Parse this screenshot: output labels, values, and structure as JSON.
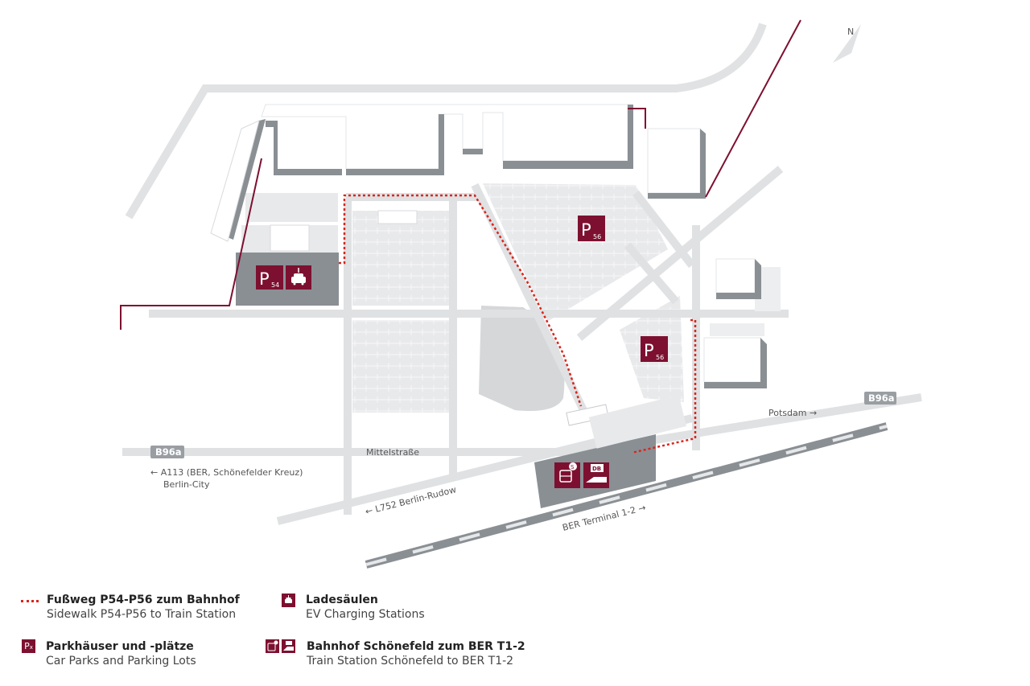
{
  "map": {
    "compass_label": "N",
    "road_shields": {
      "b96a_west": "B96a",
      "b96a_east": "B96a"
    },
    "street_labels": {
      "mittelstrasse": "Mittelstraße",
      "a113_line1": "← A113 (BER, Schönefelder Kreuz)",
      "a113_line2": "Berlin-City",
      "potsdam": "Potsdam →",
      "l752": "← L752 Berlin-Rudow",
      "ber_terminal": "BER Terminal 1-2 →"
    },
    "badges": {
      "p54": {
        "letter": "P",
        "number": "54"
      },
      "p56_north": {
        "letter": "P",
        "number": "56"
      },
      "p56_south": {
        "letter": "P",
        "number": "56"
      },
      "db_label": "DB",
      "sbahn_label": "S"
    },
    "colors": {
      "brand": "#7d1030",
      "walkway": "#d9261c",
      "road": "#dfe1e3",
      "building_top": "#ffffff",
      "building_side": "#8a8f94",
      "parking": "#e8e9eb"
    },
    "icons": [
      "compass-north-icon",
      "parking-icon",
      "ev-charging-icon",
      "sbahn-icon",
      "db-train-icon"
    ]
  },
  "legend": {
    "walkway": {
      "title": "Fußweg P54-P56 zum Bahnhof",
      "subtitle": "Sidewalk P54-P56 to Train Station"
    },
    "ev": {
      "title": "Ladesäulen",
      "subtitle": "EV Charging Stations"
    },
    "parking": {
      "title": "Parkhäuser und -plätze",
      "subtitle": "Car Parks and Parking Lots",
      "symbol_letter": "P",
      "symbol_sub": "x"
    },
    "station": {
      "title": "Bahnhof Schönefeld zum BER T1-2",
      "subtitle": "Train Station Schönefeld to BER T1-2"
    }
  }
}
